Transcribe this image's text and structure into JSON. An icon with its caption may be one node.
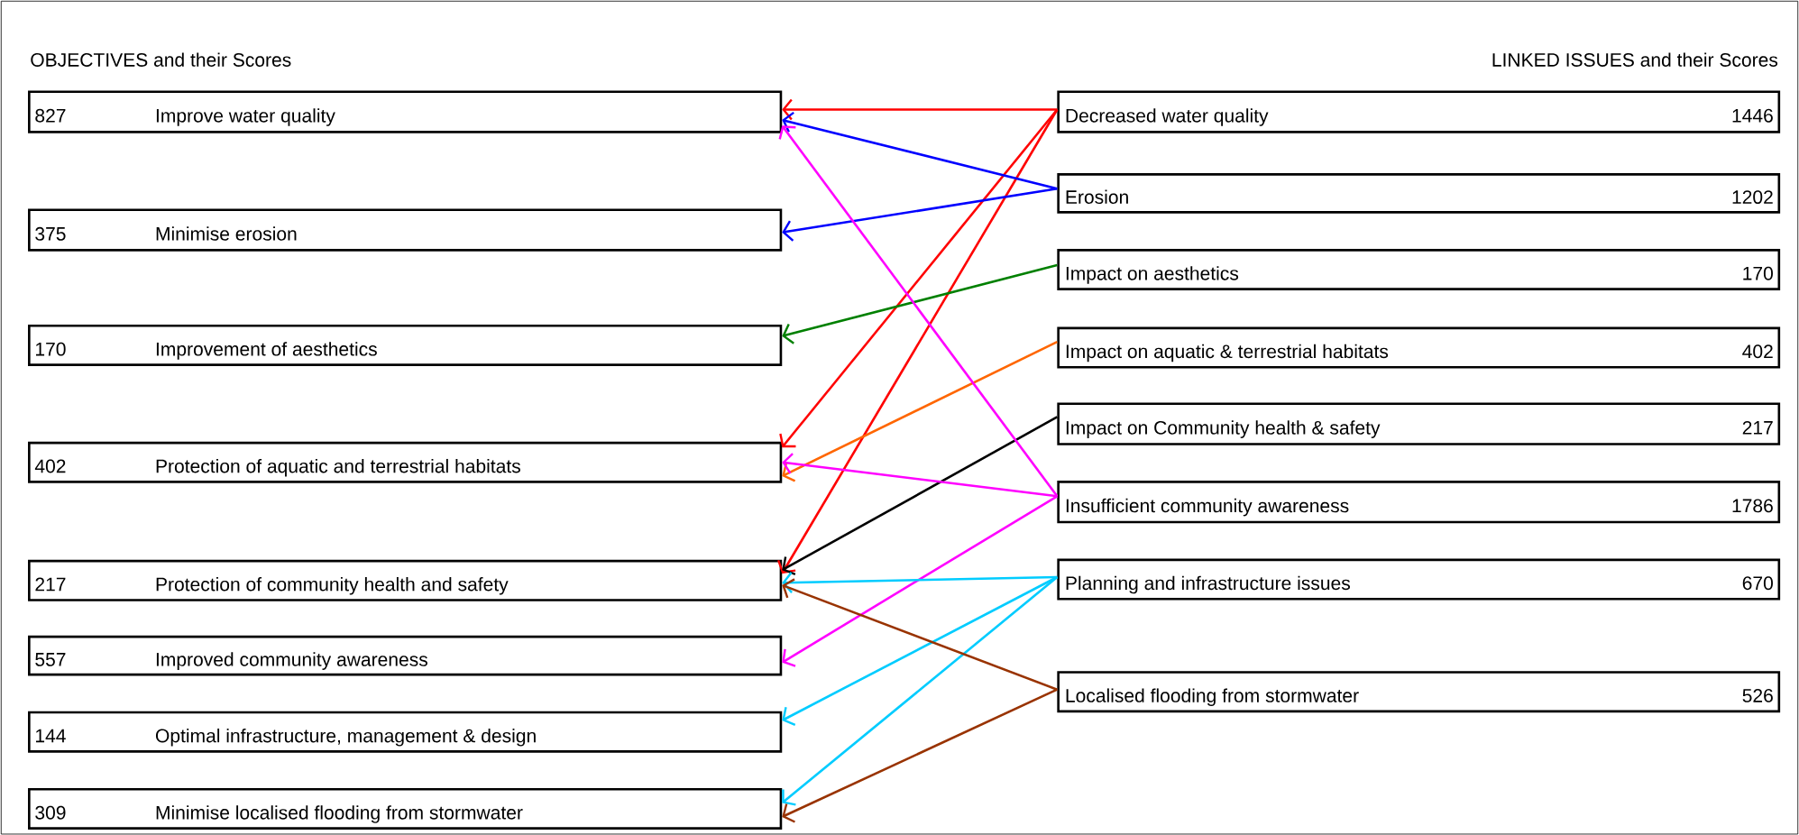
{
  "diagram": {
    "nodes": [
      {
        "text": [
          "827",
          "Improve water quality"
        ]
      },
      {
        "text": [
          "375",
          "Minimise erosion"
        ]
      },
      {
        "text": [
          "170",
          "Improvement of aesthetics"
        ]
      },
      {
        "text": [
          "402",
          "Protection of aquatic and terrestrial habitats"
        ]
      },
      {
        "text": [
          "217",
          "Protection of community health and safety"
        ]
      },
      {
        "text": [
          "557",
          "Improved community awareness"
        ]
      },
      {
        "text": [
          "144",
          "Optimal infrastructure, management & design"
        ]
      },
      {
        "text": [
          "309",
          "Minimise localised flooding from stormwater"
        ]
      },
      {
        "text": [
          "Decreased water quality",
          "1446"
        ]
      },
      {
        "text": [
          "Erosion",
          "1202"
        ]
      },
      {
        "text": [
          "Impact on aesthetics",
          "170"
        ]
      },
      {
        "text": [
          "Impact on aquatic & terrestrial habitats",
          "402"
        ]
      },
      {
        "text": [
          "Impact on Community health & safety",
          "217"
        ]
      },
      {
        "text": [
          "Insufficient community awareness",
          "1786"
        ]
      },
      {
        "text": [
          "Planning and infrastructure issues",
          "670"
        ]
      },
      {
        "text": [
          "Localised flooding from stormwater",
          "526"
        ]
      }
    ],
    "edges": [
      {
        "from": 8,
        "to": 0,
        "arrow": "to",
        "color": "#ff0000"
      },
      {
        "from": 8,
        "to": 3,
        "arrow": "to",
        "color": "#ff0000"
      },
      {
        "from": 8,
        "to": 4,
        "arrow": "to",
        "color": "#ff0000"
      },
      {
        "from": 9,
        "to": 0,
        "arrow": "to",
        "color": "#0000ff"
      },
      {
        "from": 9,
        "to": 1,
        "arrow": "to",
        "color": "#0000ff"
      },
      {
        "from": 10,
        "to": 2,
        "arrow": "to",
        "color": "#008000"
      },
      {
        "from": 11,
        "to": 3,
        "arrow": "to",
        "color": "#ff6600"
      },
      {
        "from": 12,
        "to": 4,
        "arrow": "to",
        "color": "#000000"
      },
      {
        "from": 13,
        "to": 0,
        "arrow": "to",
        "color": "#ff00ff"
      },
      {
        "from": 13,
        "to": 3,
        "arrow": "to",
        "color": "#ff00ff"
      },
      {
        "from": 13,
        "to": 5,
        "arrow": "to",
        "color": "#ff00ff"
      },
      {
        "from": 14,
        "to": 4,
        "arrow": "to",
        "color": "#00ccff"
      },
      {
        "from": 14,
        "to": 6,
        "arrow": "to",
        "color": "#00ccff"
      },
      {
        "from": 14,
        "to": 7,
        "arrow": "to",
        "color": "#00ccff"
      },
      {
        "from": 15,
        "to": 4,
        "arrow": "to",
        "color": "#993300"
      },
      {
        "from": 15,
        "to": 7,
        "arrow": "to",
        "color": "#993300"
      }
    ],
    "labels": [
      "OBJECTIVES  and their Scores",
      "LINKED ISSUES and their Scores"
    ]
  }
}
